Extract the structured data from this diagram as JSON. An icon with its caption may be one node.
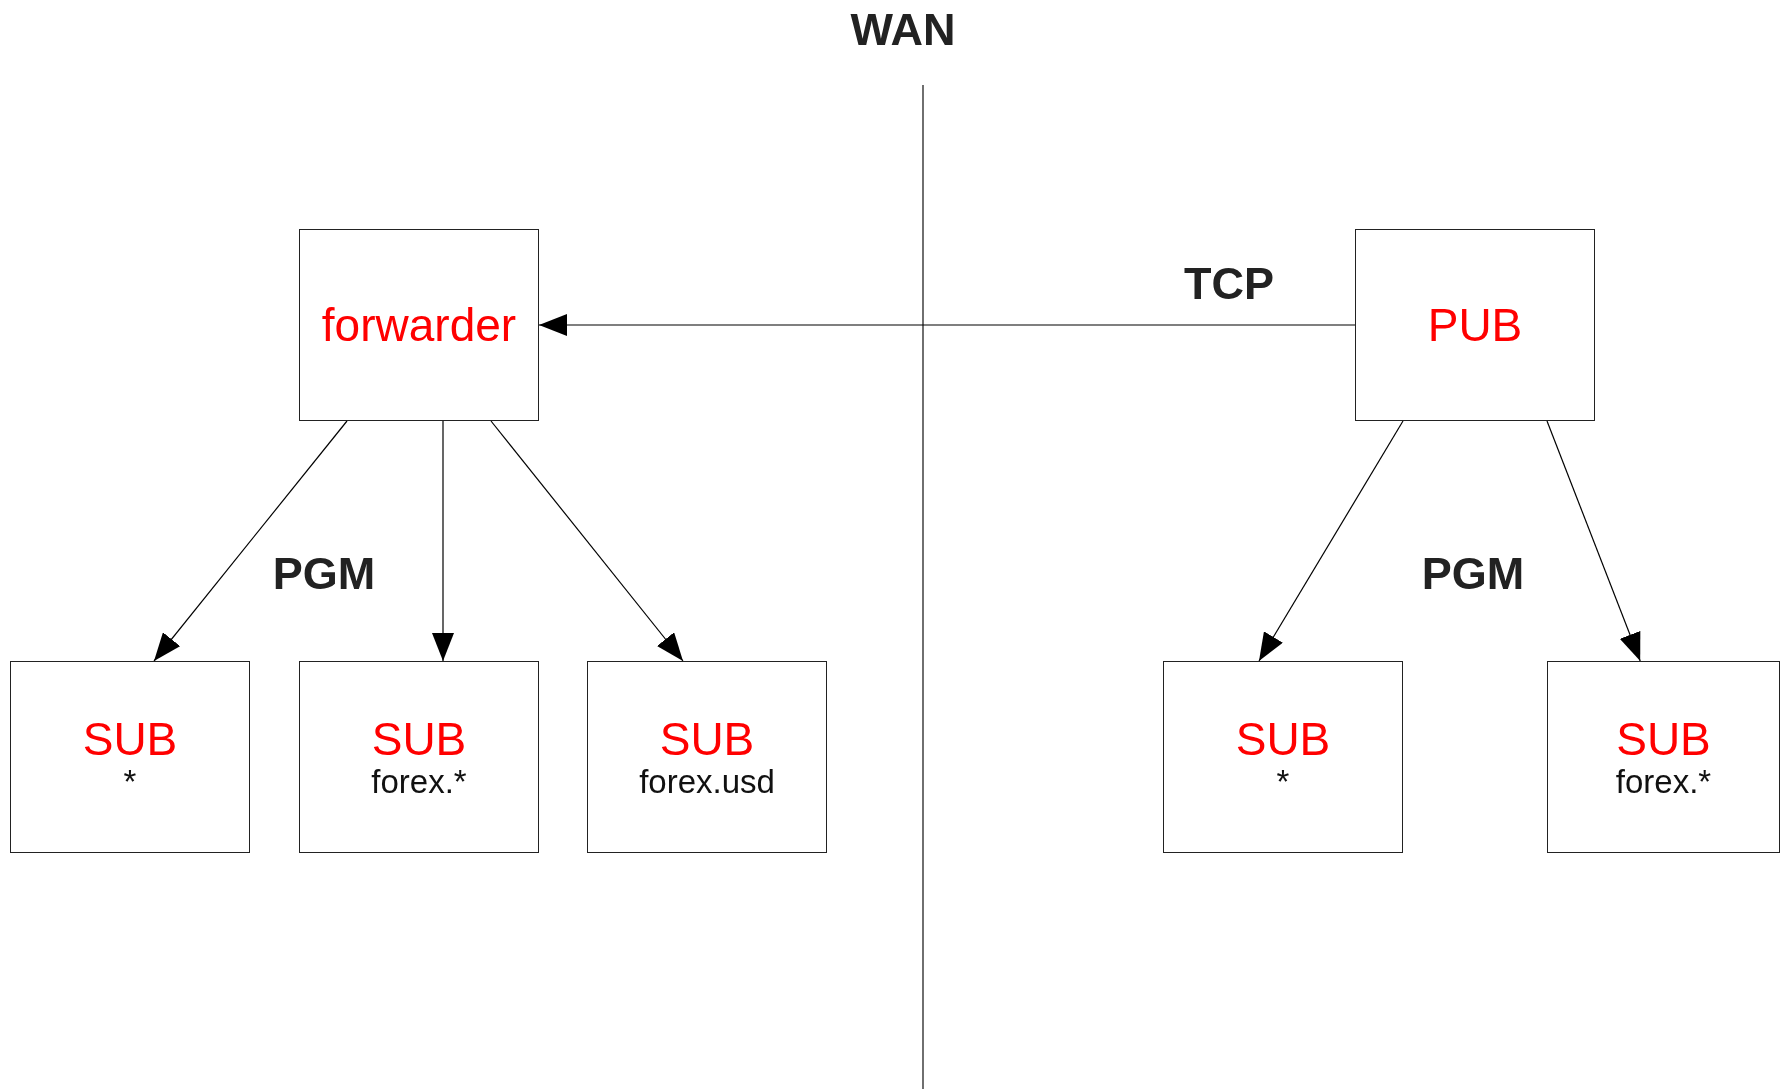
{
  "diagram": {
    "nodes": [
      {
        "text": [
          "forwarder"
        ]
      },
      {
        "text": [
          "PUB"
        ]
      },
      {
        "text": [
          "SUB",
          "*"
        ]
      },
      {
        "text": [
          "SUB",
          "forex.*"
        ]
      },
      {
        "text": [
          "SUB",
          "forex.usd"
        ]
      },
      {
        "text": [
          "SUB",
          "*"
        ]
      },
      {
        "text": [
          "SUB",
          "forex.*"
        ]
      }
    ],
    "edges": [
      {
        "from": 1,
        "to": 0,
        "arrow": "to",
        "label": "TCP"
      },
      {
        "from": 0,
        "to": 2,
        "arrow": "to"
      },
      {
        "from": 0,
        "to": 3,
        "arrow": "to"
      },
      {
        "from": 0,
        "to": 4,
        "arrow": "to"
      },
      {
        "from": 1,
        "to": 5,
        "arrow": "to"
      },
      {
        "from": 1,
        "to": 6,
        "arrow": "to"
      }
    ],
    "labels": [
      "WAN",
      "PGM",
      "PGM"
    ]
  }
}
